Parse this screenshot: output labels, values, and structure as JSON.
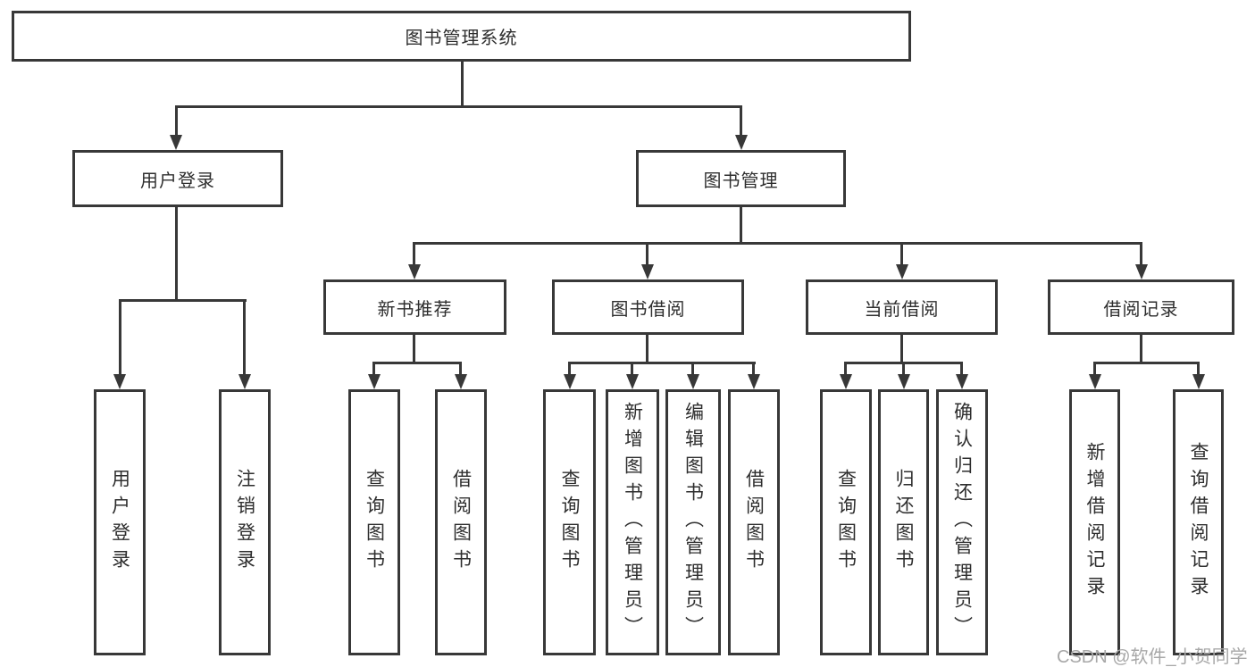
{
  "diagram": {
    "tree": {
      "label": "图书管理系统",
      "children": [
        {
          "label": "用户登录",
          "children": [
            {
              "label": "用户登录"
            },
            {
              "label": "注销登录"
            }
          ]
        },
        {
          "label": "图书管理",
          "children": [
            {
              "label": "新书推荐",
              "children": [
                {
                  "label": "查询图书"
                },
                {
                  "label": "借阅图书"
                }
              ]
            },
            {
              "label": "图书借阅",
              "children": [
                {
                  "label": "查询图书"
                },
                {
                  "label": "新增图书（管理员）"
                },
                {
                  "label": "编辑图书（管理员）"
                },
                {
                  "label": "借阅图书"
                }
              ]
            },
            {
              "label": "当前借阅",
              "children": [
                {
                  "label": "查询图书"
                },
                {
                  "label": "归还图书"
                },
                {
                  "label": "确认归还（管理员）"
                }
              ]
            },
            {
              "label": "借阅记录",
              "children": [
                {
                  "label": "新增借阅记录"
                },
                {
                  "label": "查询借阅记录"
                }
              ]
            }
          ]
        }
      ]
    },
    "colors": {
      "line": "#383838",
      "box_border": "#383838",
      "text": "#2e2e2e",
      "background": "#ffffff",
      "watermark": "#a8a8a8"
    }
  },
  "watermark": {
    "text": "CSDN @软件_小贺同学"
  }
}
